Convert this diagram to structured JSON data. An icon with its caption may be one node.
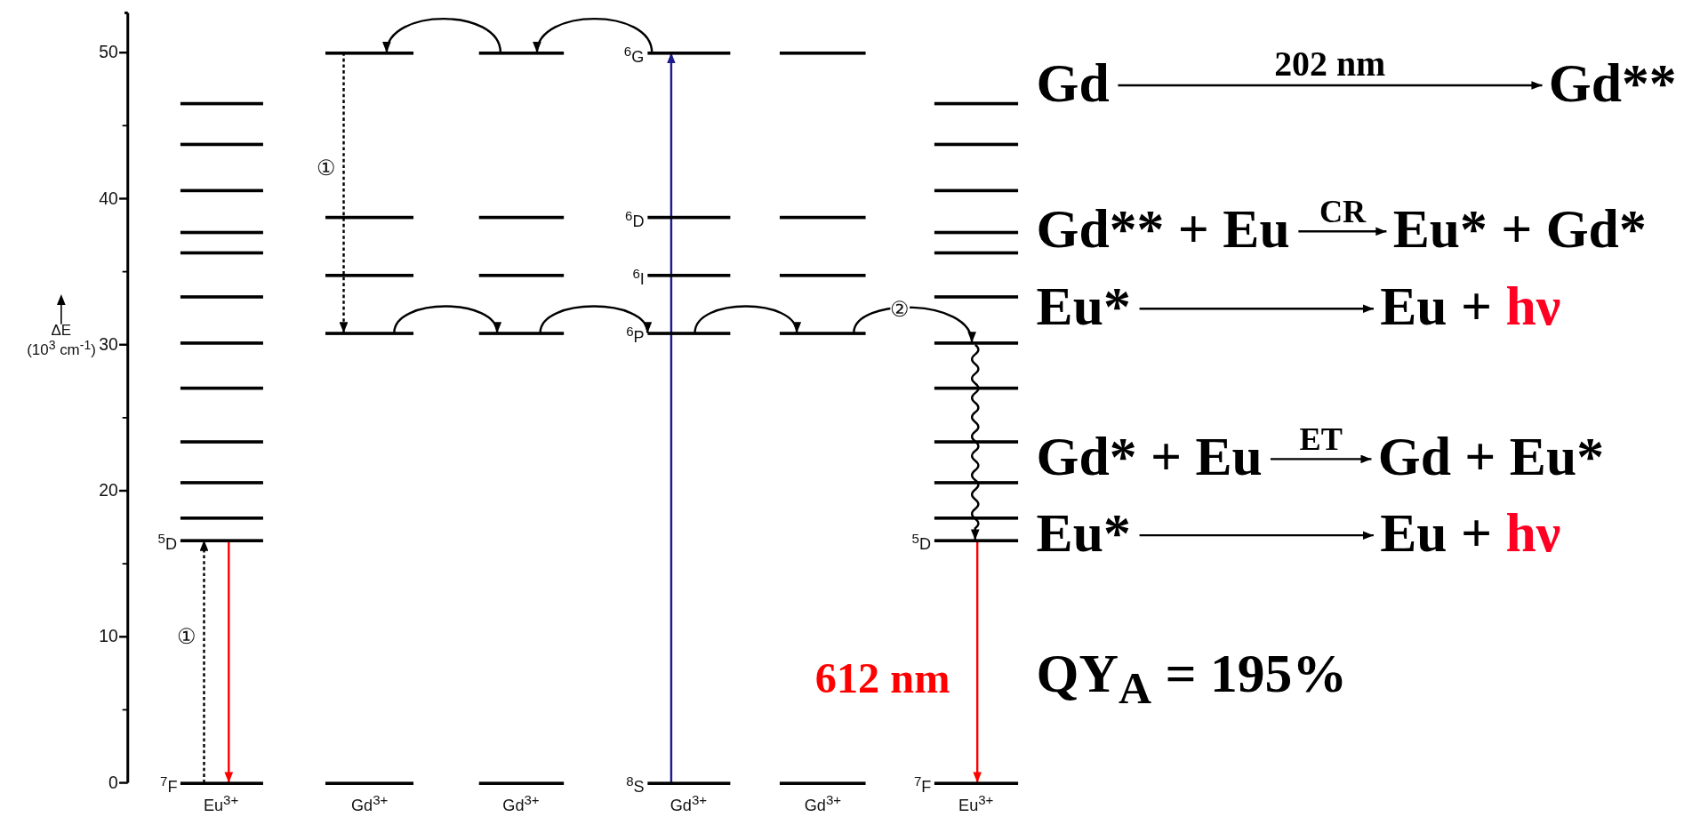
{
  "diagram": {
    "nodes": [
      {
        "text": [],
        "shape": "bar"
      },
      {
        "text": [],
        "shape": "bar"
      },
      {
        "text": [],
        "shape": "bar"
      },
      {
        "text": [],
        "shape": "bar"
      },
      {
        "text": [],
        "shape": "bar"
      },
      {
        "text": [],
        "shape": "bar"
      },
      {
        "text": [],
        "shape": "bar"
      },
      {
        "text": [],
        "shape": "bar"
      },
      {
        "text": [],
        "shape": "bar"
      },
      {
        "text": [],
        "shape": "bar"
      },
      {
        "text": [],
        "shape": "bar"
      },
      {
        "text": [],
        "shape": "bar",
        "beside": [
          "$^{5}$D"
        ]
      },
      {
        "text": [],
        "shape": "bar",
        "beside": [
          "$^{7}$F"
        ]
      },
      {
        "text": [],
        "shape": "bar"
      },
      {
        "text": [],
        "shape": "bar"
      },
      {
        "text": [],
        "shape": "bar"
      },
      {
        "text": [],
        "shape": "bar"
      },
      {
        "text": [],
        "shape": "bar"
      },
      {
        "text": [],
        "shape": "bar"
      },
      {
        "text": [],
        "shape": "bar"
      },
      {
        "text": [],
        "shape": "bar"
      },
      {
        "text": [],
        "shape": "bar"
      },
      {
        "text": [],
        "shape": "bar"
      },
      {
        "text": [],
        "shape": "bar",
        "beside": [
          "$^{6}$G"
        ]
      },
      {
        "text": [],
        "shape": "bar",
        "beside": [
          "$^{6}$D"
        ]
      },
      {
        "text": [],
        "shape": "bar",
        "beside": [
          "$^{6}$I"
        ]
      },
      {
        "text": [],
        "shape": "bar",
        "beside": [
          "$^{6}$P"
        ]
      },
      {
        "text": [],
        "shape": "bar",
        "beside": [
          "$^{8}$S"
        ]
      },
      {
        "text": [],
        "shape": "bar"
      },
      {
        "text": [],
        "shape": "bar"
      },
      {
        "text": [],
        "shape": "bar"
      },
      {
        "text": [],
        "shape": "bar"
      },
      {
        "text": [],
        "shape": "bar"
      },
      {
        "text": [],
        "shape": "bar"
      },
      {
        "text": [],
        "shape": "bar"
      },
      {
        "text": [],
        "shape": "bar"
      },
      {
        "text": [],
        "shape": "bar"
      },
      {
        "text": [],
        "shape": "bar"
      },
      {
        "text": [],
        "shape": "bar"
      },
      {
        "text": [],
        "shape": "bar"
      },
      {
        "text": [],
        "shape": "bar"
      },
      {
        "text": [],
        "shape": "bar"
      },
      {
        "text": [],
        "shape": "bar"
      },
      {
        "text": [],
        "shape": "bar"
      },
      {
        "text": [],
        "shape": "bar",
        "beside": [
          "$^{5}$D"
        ]
      },
      {
        "text": [],
        "shape": "bar",
        "beside": [
          "$^{7}$F"
        ]
      },
      {
        "text": [
          "Gd"
        ]
      },
      {
        "text": [
          "Gd**"
        ]
      },
      {
        "text": [
          "Gd** + Eu"
        ]
      },
      {
        "text": [
          "Eu* + Gd*"
        ]
      },
      {
        "text": [
          "Eu*"
        ]
      },
      {
        "text": [
          "Eu +",
          "hν"
        ]
      },
      {
        "text": [
          "Gd* + Eu"
        ]
      },
      {
        "text": [
          "Gd + Eu*"
        ]
      },
      {
        "text": [
          "Eu*"
        ]
      },
      {
        "text": [
          "Eu +",
          "hν"
        ]
      }
    ],
    "edges": [
      {
        "from": 27,
        "to": 23,
        "arrow": "to",
        "color": "#1c1c8c"
      },
      {
        "from": 23,
        "to": 18,
        "arrow": "to"
      },
      {
        "from": 18,
        "to": 13,
        "arrow": "to"
      },
      {
        "from": 13,
        "to": 16,
        "arrow": "to",
        "style": "dashed",
        "label": "①"
      },
      {
        "from": 16,
        "to": 21,
        "arrow": "to"
      },
      {
        "from": 21,
        "to": 26,
        "arrow": "to"
      },
      {
        "from": 26,
        "to": 31,
        "arrow": "to"
      },
      {
        "from": 31,
        "to": 39,
        "arrow": "to",
        "label": "②"
      },
      {
        "from": 39,
        "to": 44,
        "arrow": "to"
      },
      {
        "from": 44,
        "to": 45,
        "arrow": "to",
        "color": "#ff0000",
        "label": "612 nm"
      },
      {
        "from": 12,
        "to": 11,
        "arrow": "to",
        "style": "dashed",
        "label": "①"
      },
      {
        "from": 11,
        "to": 12,
        "arrow": "to",
        "color": "#ff0000"
      },
      {
        "from": 46,
        "to": 47,
        "arrow": "to",
        "label": "202 nm"
      },
      {
        "from": 48,
        "to": 49,
        "arrow": "to",
        "label": "CR"
      },
      {
        "from": 50,
        "to": 51,
        "arrow": "to"
      },
      {
        "from": 52,
        "to": 53,
        "arrow": "to",
        "label": "ET"
      },
      {
        "from": 54,
        "to": 55,
        "arrow": "to"
      }
    ],
    "labels": [
      "50",
      "40",
      "30",
      "ΔE",
      "(10$^{3}$ cm$^{-1}$)",
      "20",
      "10",
      "0",
      "Eu$^{3+}$",
      "Gd$^{3+}$",
      "Gd$^{3+}$",
      "Gd$^{3+}$",
      "Gd$^{3+}$",
      "Eu$^{3+}$",
      "QY$_{A}$ = 195%"
    ]
  }
}
